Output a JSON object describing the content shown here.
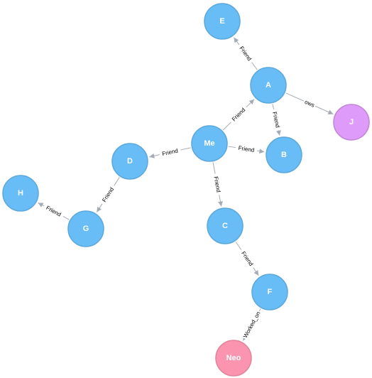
{
  "colors": {
    "person_fill": "#68bdf6",
    "person_stroke": "#5ca8db",
    "planet_fill": "#de9bf9",
    "planet_stroke": "#bf85d6",
    "movie_fill": "#fb95af",
    "movie_stroke": "#e0849b",
    "edge": "#a5abb6",
    "label_text": "#ffffff"
  },
  "graph": {
    "nodes": [
      {
        "id": "E",
        "label": "E",
        "kind": "person"
      },
      {
        "id": "A",
        "label": "A",
        "kind": "person"
      },
      {
        "id": "J",
        "label": "J",
        "kind": "planet"
      },
      {
        "id": "B",
        "label": "B",
        "kind": "person"
      },
      {
        "id": "Me",
        "label": "Me",
        "kind": "person"
      },
      {
        "id": "D",
        "label": "D",
        "kind": "person"
      },
      {
        "id": "H",
        "label": "H",
        "kind": "person"
      },
      {
        "id": "G",
        "label": "G",
        "kind": "person"
      },
      {
        "id": "C",
        "label": "C",
        "kind": "person"
      },
      {
        "id": "F",
        "label": "F",
        "kind": "person"
      },
      {
        "id": "Neo",
        "label": "Neo",
        "kind": "movie"
      }
    ],
    "edges": [
      {
        "from": "A",
        "to": "E",
        "label": "Friend"
      },
      {
        "from": "A",
        "to": "J",
        "label": "ows"
      },
      {
        "from": "A",
        "to": "B",
        "label": "Friend"
      },
      {
        "from": "Me",
        "to": "A",
        "label": "Friend"
      },
      {
        "from": "Me",
        "to": "B",
        "label": "Friend"
      },
      {
        "from": "Me",
        "to": "D",
        "label": "Friend"
      },
      {
        "from": "Me",
        "to": "C",
        "label": "Friend"
      },
      {
        "from": "D",
        "to": "G",
        "label": "Friend"
      },
      {
        "from": "G",
        "to": "H",
        "label": "Friend"
      },
      {
        "from": "C",
        "to": "F",
        "label": "Friend"
      },
      {
        "from": "F",
        "to": "Neo",
        "label": "Worked_on"
      }
    ]
  }
}
